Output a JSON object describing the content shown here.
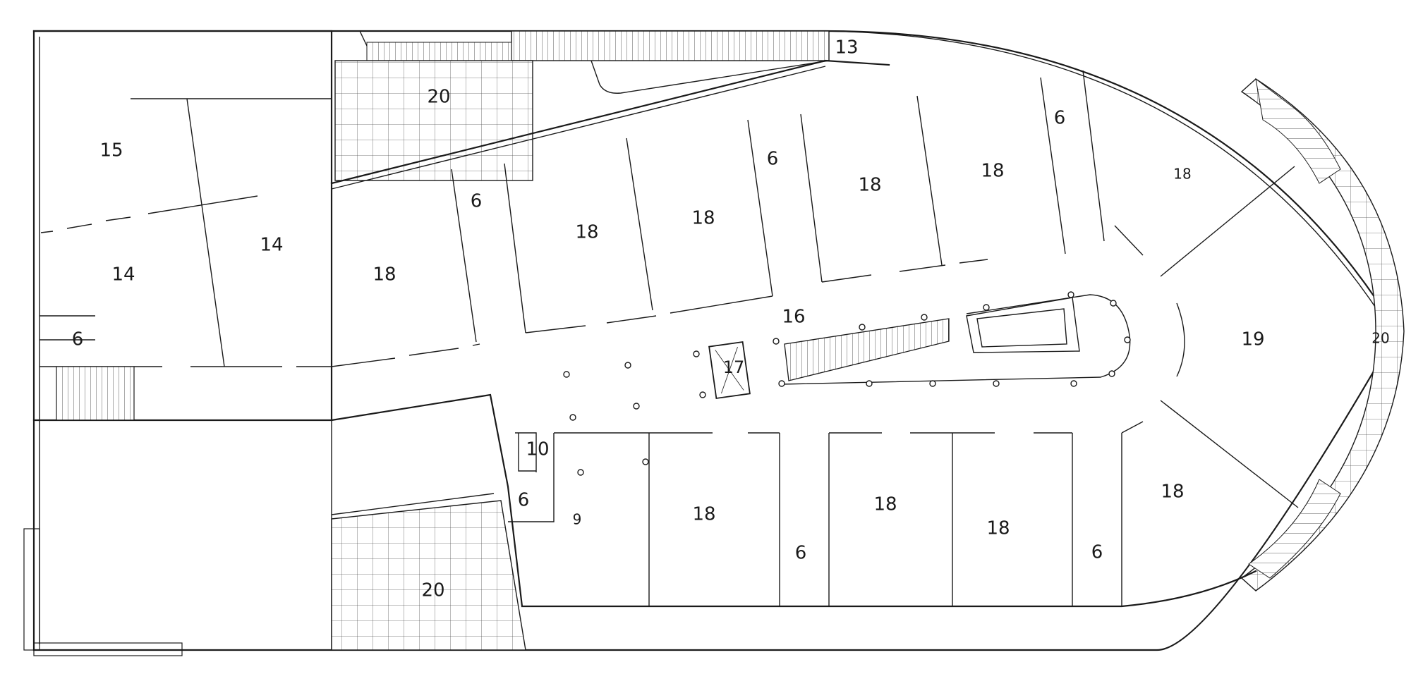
{
  "room_labels": {
    "r13": "13",
    "r15": "15",
    "r14a": "14",
    "r14b": "14",
    "r6a": "6",
    "r20a": "20",
    "r18a": "18",
    "r6b": "6",
    "r18b": "18",
    "r18c": "18",
    "r6c": "6",
    "r18d": "18",
    "r18e": "18",
    "r6d": "6",
    "r18f": "18",
    "r16": "16",
    "r17": "17",
    "r19": "19",
    "r20b": "20",
    "r10": "10",
    "r6e": "6",
    "r9": "9",
    "r18g": "18",
    "r6f": "6",
    "r18h": "18",
    "r18i": "18",
    "r6g": "6",
    "r18j": "18",
    "r20c": "20"
  }
}
